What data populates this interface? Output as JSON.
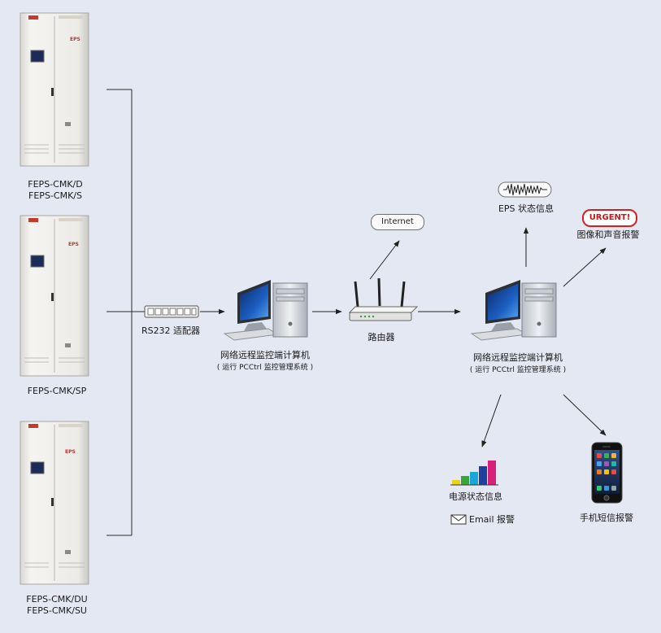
{
  "cabinets": [
    {
      "models": [
        "FEPS-CMK/D",
        "FEPS-CMK/S"
      ],
      "panel_text": "EPS"
    },
    {
      "models": [
        "FEPS-CMK/SP"
      ],
      "panel_text": "EPS"
    },
    {
      "models": [
        "FEPS-CMK/DU",
        "FEPS-CMK/SU"
      ],
      "panel_text": "EPS"
    }
  ],
  "adapter": {
    "label": "RS232 适配器"
  },
  "pc1": {
    "title": "网络远程监控端计算机",
    "subtitle": "( 运行 PCCtrl 监控管理系统 )"
  },
  "router": {
    "label": "路由器"
  },
  "internet": {
    "label": "Internet"
  },
  "pc2": {
    "title": "网络远程监控端计算机",
    "subtitle": "( 运行 PCCtrl 监控管理系统 )"
  },
  "eps_status": {
    "label": "EPS 状态信息"
  },
  "alarm": {
    "badge": "URGENT!",
    "label": "图像和声音报警"
  },
  "power_status": {
    "label": "电源状态信息"
  },
  "email": {
    "label": "Email 报警"
  },
  "phone": {
    "label": "手机短信报警"
  },
  "colors": {
    "background": "#e4e8f3",
    "cabinet": "#ecebe7",
    "line": "#2b2b2b",
    "urgent": "#d42020",
    "bars": [
      "#e8d21a",
      "#39a63a",
      "#1aa6d8",
      "#1f3f9e",
      "#d81f7a"
    ]
  }
}
